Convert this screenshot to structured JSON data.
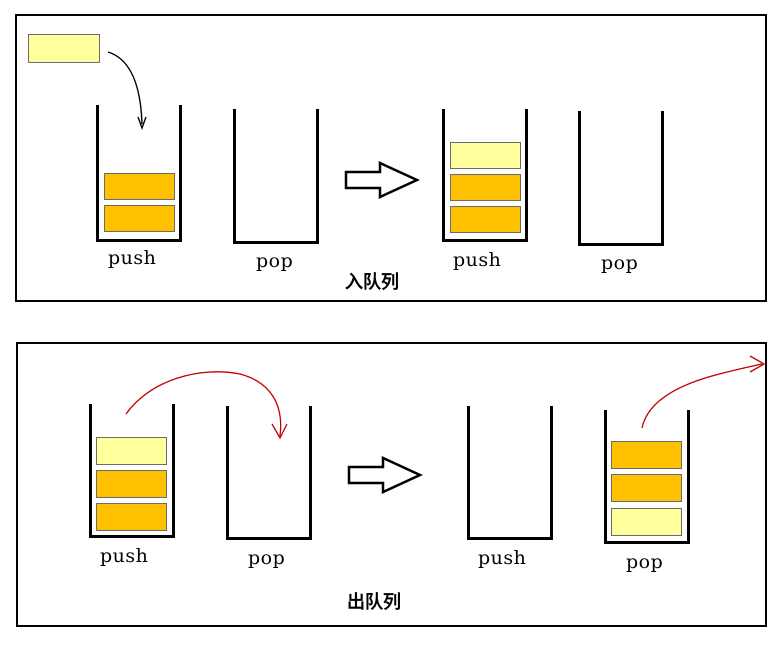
{
  "panels": {
    "enqueue": {
      "caption": "入队列",
      "before": {
        "push_label": "push",
        "pop_label": "pop"
      },
      "after": {
        "push_label": "push",
        "pop_label": "pop"
      }
    },
    "dequeue": {
      "caption": "出队列",
      "before": {
        "push_label": "push",
        "pop_label": "pop"
      },
      "after": {
        "push_label": "push",
        "pop_label": "pop"
      }
    }
  },
  "colors": {
    "new_item": "#ffff9c",
    "old_item": "#ffc000",
    "transfer_arrow": "#c00000",
    "insert_arrow": "#000000"
  }
}
